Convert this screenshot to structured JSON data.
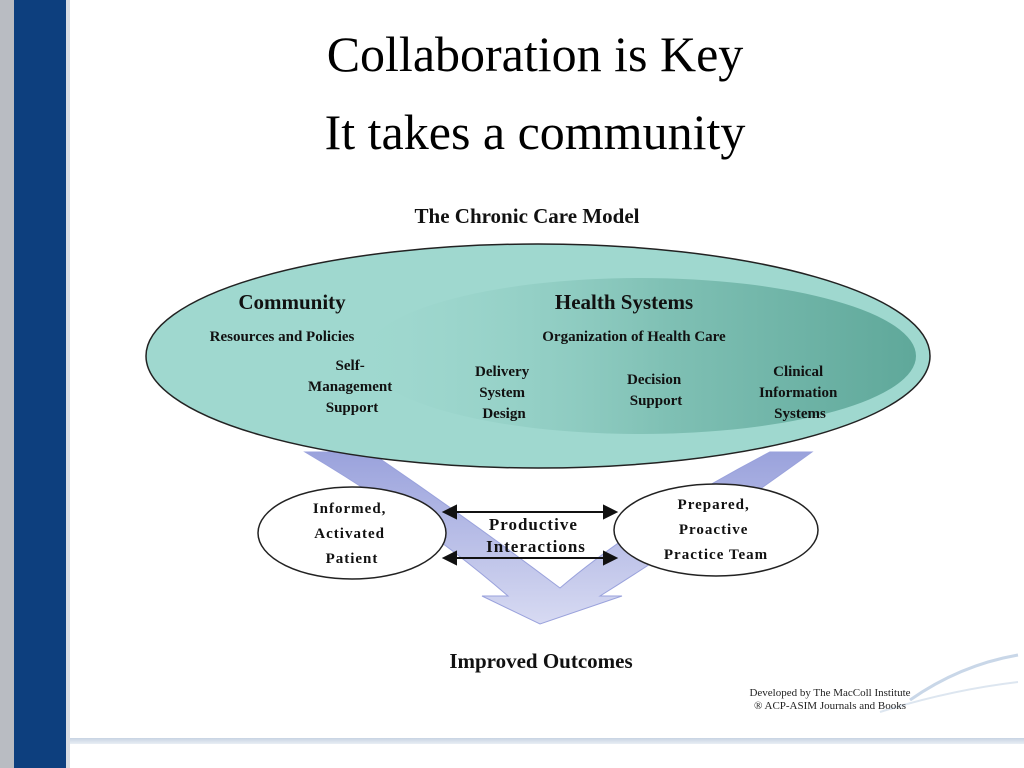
{
  "slide": {
    "title_line1": "Collaboration is Key",
    "title_line2": "It takes a community"
  },
  "diagram": {
    "heading": "The Chronic Care Model",
    "community": {
      "title": "Community",
      "subtitle": "Resources and Policies",
      "self_management": [
        "Self-",
        "Management",
        "Support"
      ]
    },
    "health_systems": {
      "title": "Health Systems",
      "subtitle": "Organization of Health Care",
      "delivery": [
        "Delivery",
        "System",
        "Design"
      ],
      "decision": [
        "Decision",
        "Support"
      ],
      "clinical": [
        "Clinical",
        "Information",
        "Systems"
      ]
    },
    "patient": [
      "Informed,",
      "Activated",
      "Patient"
    ],
    "interactions": [
      "Productive",
      "Interactions"
    ],
    "team": [
      "Prepared,",
      "Proactive",
      "Practice Team"
    ],
    "outcome": "Improved Outcomes",
    "colors": {
      "ellipse_fill": "#9fd8cf",
      "health_systems_fill": "#5fa89a",
      "arrow_fill": "#b8bde6"
    }
  },
  "credit": {
    "line1": "Developed by The MacColl Institute",
    "line2": "® ACP-ASIM Journals and Books"
  }
}
